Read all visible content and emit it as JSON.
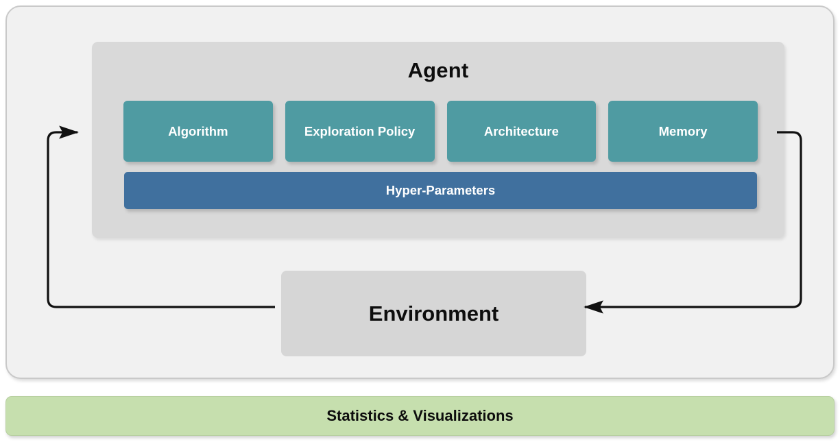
{
  "diagram": {
    "outer_container": {
      "name": "reinforcement-learning-loop-frame",
      "background_color": "#f1f1f1",
      "border_color": "#c9c9c9"
    },
    "agent": {
      "title": "Agent",
      "panel_color": "#d9d9d9",
      "components": [
        {
          "label": "Algorithm",
          "color": "#4f9ba2"
        },
        {
          "label": "Exploration Policy",
          "color": "#4f9ba2"
        },
        {
          "label": "Architecture",
          "color": "#4f9ba2"
        },
        {
          "label": "Memory",
          "color": "#4f9ba2"
        }
      ],
      "hyper_parameters": {
        "label": "Hyper-Parameters",
        "color": "#40709e"
      }
    },
    "environment": {
      "label": "Environment",
      "color": "#d6d6d6"
    },
    "connectors": [
      {
        "name": "environment-to-agent-arrow",
        "direction": "left-loop-up-into-agent",
        "color": "#111111"
      },
      {
        "name": "agent-to-environment-arrow",
        "direction": "right-loop-down-into-environment",
        "color": "#111111"
      }
    ],
    "statistics": {
      "label": "Statistics & Visualizations",
      "color": "#c6dfae"
    }
  }
}
